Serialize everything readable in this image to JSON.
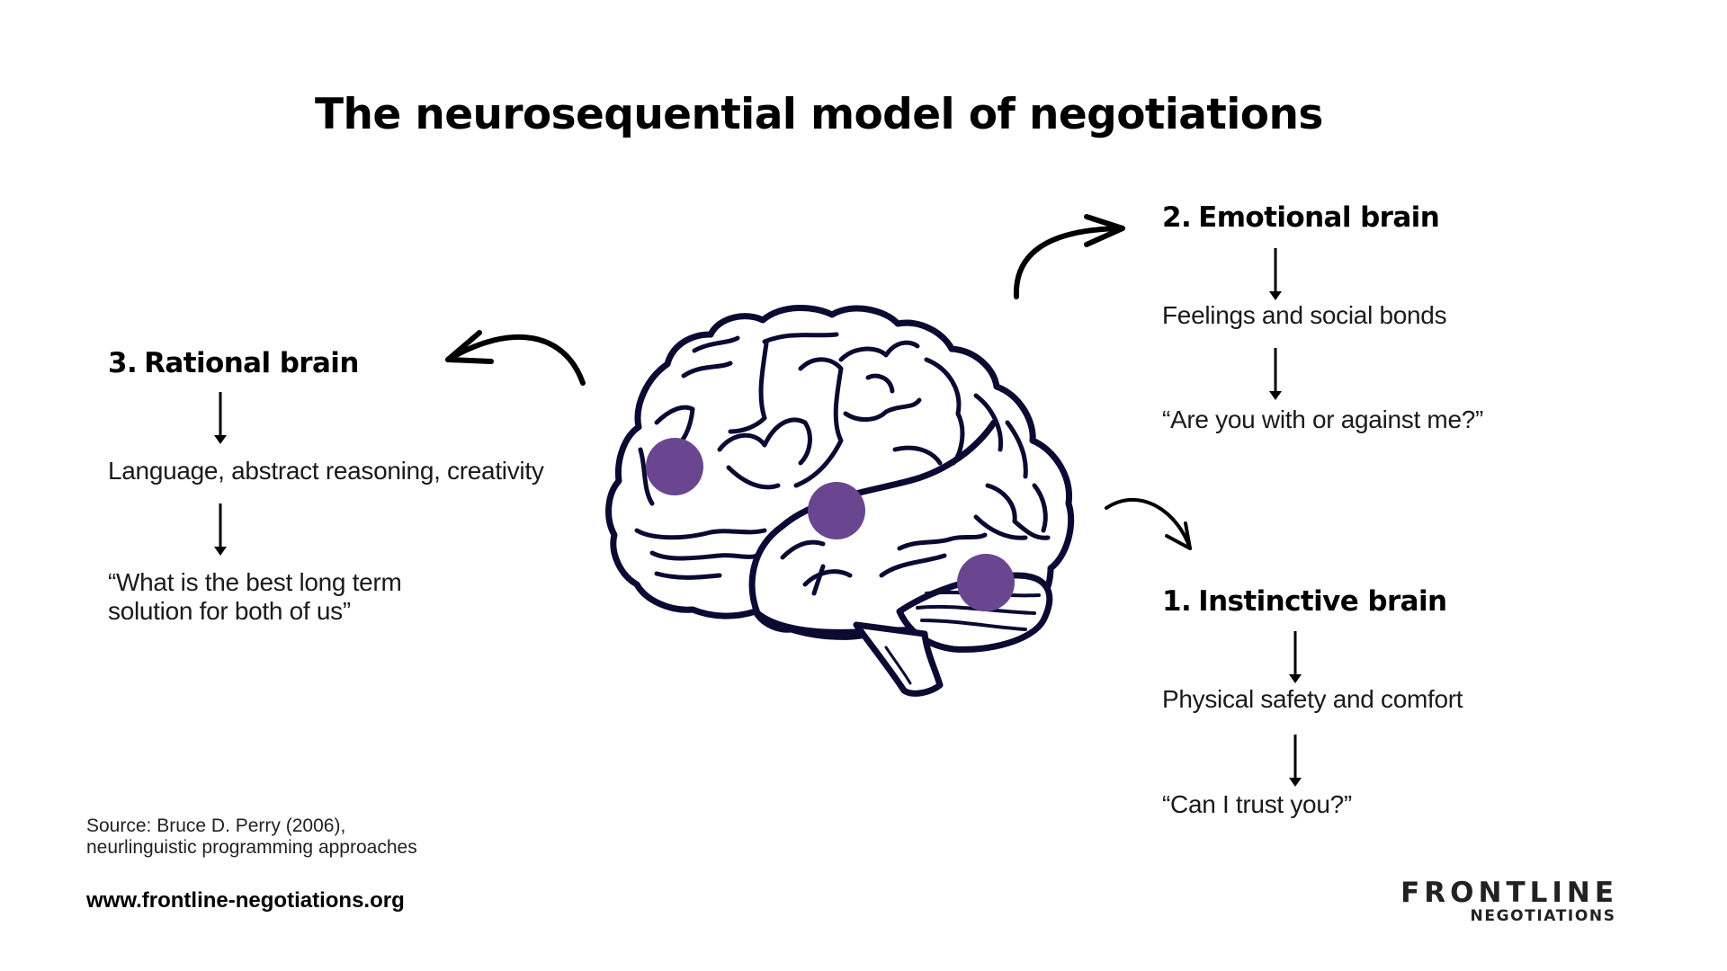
{
  "title": "The neurosequential model of negotiations",
  "colors": {
    "region_marker": "#6B4690",
    "brain_outline": "#0A0A32",
    "text": "#000000"
  },
  "sections": [
    {
      "id": "rational",
      "number": "3.",
      "heading": "Rational brain",
      "description": "Language, abstract reasoning, creativity",
      "question_lines": [
        "“What is the best long term",
        "solution for both of us”"
      ]
    },
    {
      "id": "emotional",
      "number": "2.",
      "heading": "Emotional brain",
      "description": "Feelings and social bonds",
      "question_lines": [
        "“Are you with or against me?”"
      ]
    },
    {
      "id": "instinctive",
      "number": "1.",
      "heading": "Instinctive brain",
      "description": "Physical safety and comfort",
      "question_lines": [
        "“Can I trust you?”"
      ]
    }
  ],
  "illustration": {
    "subject": "brain-side-view-icon",
    "markers": [
      "frontal-region",
      "temporal-region",
      "cerebellum-region"
    ]
  },
  "source": {
    "line1": "Source: Bruce D. Perry (2006),",
    "line2": "neurlinguistic programming approaches"
  },
  "footer": {
    "url": "www.frontline-negotiations.org",
    "logo_main": "FRONTLINE",
    "logo_sub": "NEGOTIATIONS"
  }
}
